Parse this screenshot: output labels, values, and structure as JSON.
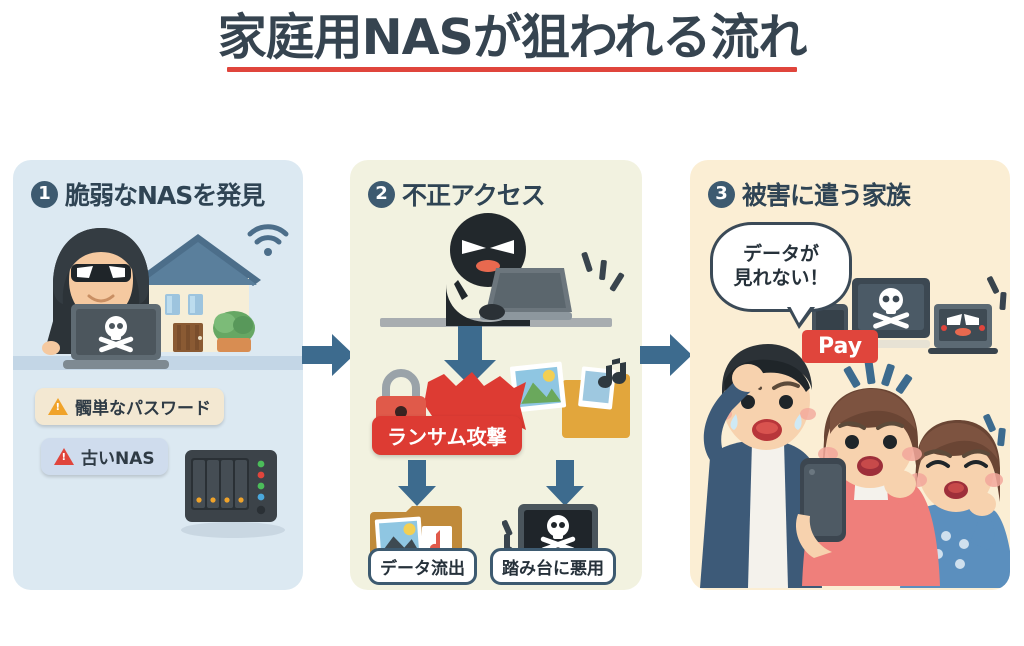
{
  "title": {
    "text": "家庭用NASが狙われる流れ",
    "underline_color": "#e0453c",
    "text_color": "#364450"
  },
  "panels": [
    {
      "number": "❶",
      "number_plain": "1",
      "title": "脆弱なNASを発見",
      "background": "#dce9f2",
      "tags": [
        {
          "icon": "warning-triangle-icon",
          "label": "髑単なパスワード",
          "color": "#f0a32a",
          "bg": "#f3e8d2"
        },
        {
          "icon": "warning-triangle-icon",
          "label": "古いNAS",
          "color": "#e0453c",
          "bg": "#cfdced"
        }
      ],
      "illustration": [
        "hooded-hacker",
        "masked-face",
        "laptop-with-skull",
        "house",
        "wifi-signal",
        "bush",
        "nas-device"
      ]
    },
    {
      "number": "❷",
      "number_plain": "2",
      "title": "不正アクセス",
      "background": "#f2f2e0",
      "ransom_badge": {
        "label": "ランサム攻撃",
        "color": "#dd3b33"
      },
      "pills": [
        {
          "label": "データ流出"
        },
        {
          "label": "踏み台に悪用"
        }
      ],
      "illustration": [
        "black-thief-silhouette",
        "laptop",
        "down-arrow",
        "padlock",
        "red-burst",
        "photo-files",
        "music-note",
        "folder",
        "skull-screen"
      ]
    },
    {
      "number": "❸",
      "number_plain": "3",
      "title": "被害に遣う家族",
      "background": "#fbeed4",
      "speech_bubble": {
        "line1": "データが",
        "line2": "見れない！"
      },
      "pay_badge": {
        "label": "Pay",
        "color": "#e0453c"
      },
      "illustration": [
        "worried-father",
        "worried-mother",
        "crying-child",
        "smartphone",
        "skull-monitor",
        "angry-laptop-face"
      ]
    }
  ],
  "flow_arrows": {
    "count": 2,
    "color": "#3d6b8e",
    "direction": "right"
  }
}
